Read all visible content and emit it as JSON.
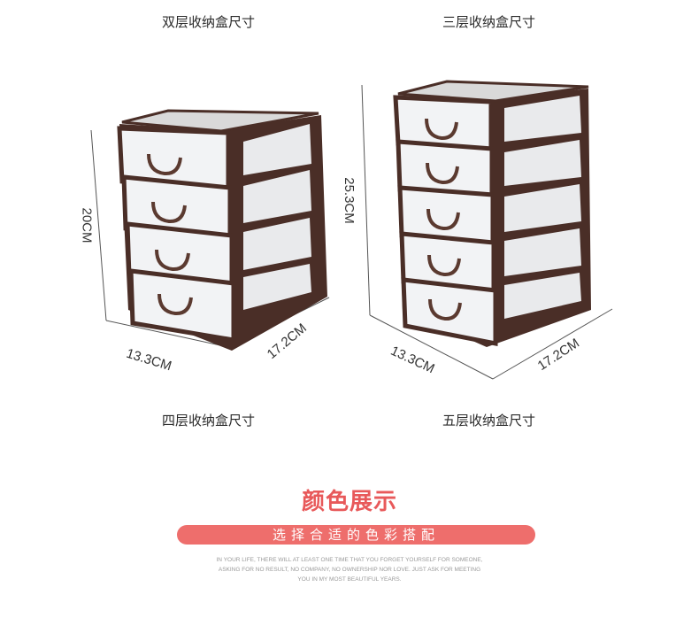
{
  "captions": {
    "two_tier": "双层收纳盒尺寸",
    "three_tier": "三层收纳盒尺寸",
    "four_tier": "四层收纳盒尺寸",
    "five_tier": "五层收纳盒尺寸"
  },
  "dimensions": {
    "left_height": "20CM",
    "left_width": "13.3CM",
    "left_depth": "17.2CM",
    "right_height": "25.3CM",
    "right_width": "13.3CM",
    "right_depth": "17.2CM"
  },
  "colors": {
    "frame": "#4a2e27",
    "accent": "#e8595a",
    "banner": "#ee6e6c"
  },
  "section": {
    "title": "颜色展示",
    "banner": "选择合适的色彩搭配"
  },
  "quote": {
    "line1": "IN YOUR LIFE, THERE WILL AT LEAST ONE TIME THAT YOU FORGET YOURSELF FOR SOMEONE,",
    "line2": "ASKING FOR NO RESULT, NO COMPANY, NO OWNERSHIP NOR LOVE. JUST ASK FOR MEETING",
    "line3": "YOU IN MY MOST BEAUTIFUL YEARS."
  }
}
